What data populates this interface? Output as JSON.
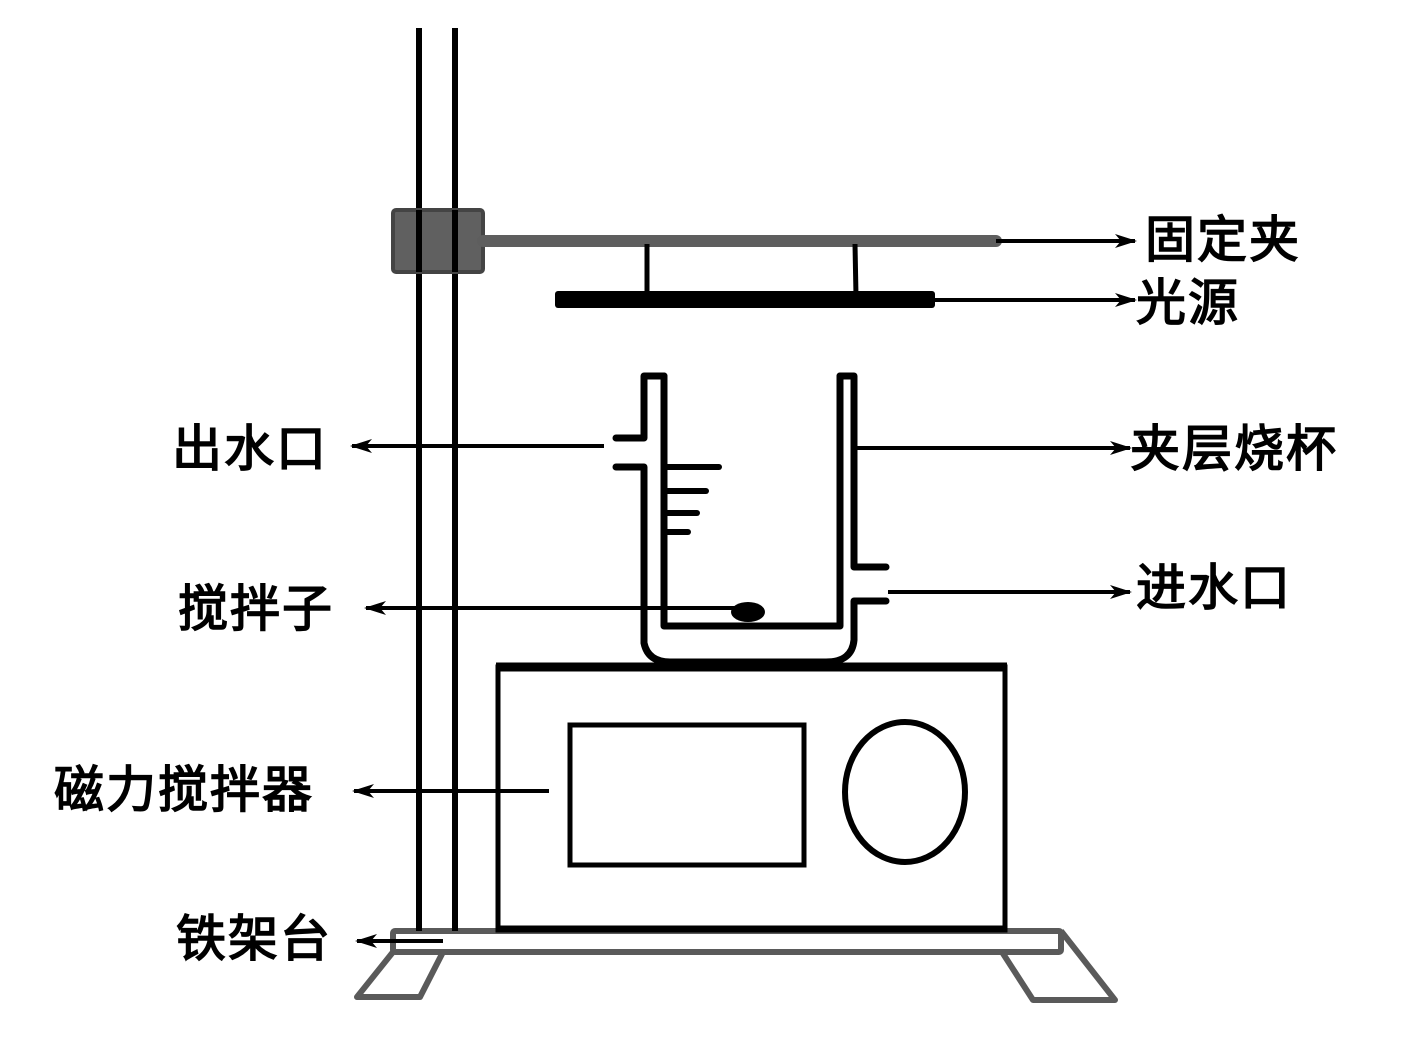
{
  "diagram": {
    "title": "光照磁力搅拌实验装置示意图",
    "colors": {
      "ink": "#000000",
      "clamp_fill": "#606060",
      "clamp_border": "#444444",
      "stand_base": "#5a5a5a",
      "background": "#ffffff"
    },
    "labels": {
      "clamp": "固定夹",
      "light_source": "光源",
      "water_outlet": "出水口",
      "jacketed_beaker": "夹层烧杯",
      "water_inlet": "进水口",
      "stir_bar": "搅拌子",
      "magnetic_stirrer": "磁力搅拌器",
      "iron_stand": "铁架台"
    },
    "components": [
      {
        "id": "iron-stand",
        "name": "铁架台"
      },
      {
        "id": "clamp",
        "name": "固定夹"
      },
      {
        "id": "light-source",
        "name": "光源"
      },
      {
        "id": "jacketed-beaker",
        "name": "夹层烧杯"
      },
      {
        "id": "water-outlet",
        "name": "出水口"
      },
      {
        "id": "water-inlet",
        "name": "进水口"
      },
      {
        "id": "stir-bar",
        "name": "搅拌子"
      },
      {
        "id": "magnetic-stirrer",
        "name": "磁力搅拌器"
      }
    ],
    "graduation_marks": 4
  }
}
